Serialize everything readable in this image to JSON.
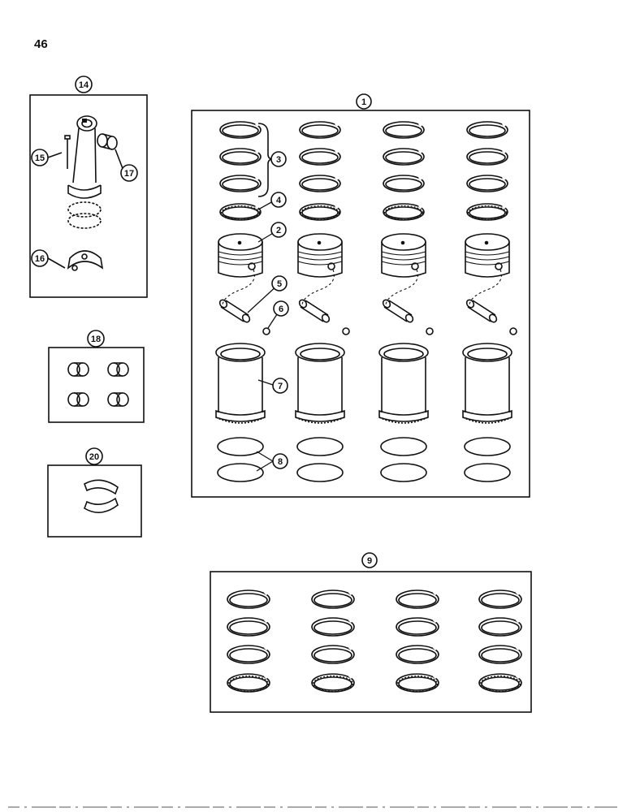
{
  "page_number": "46",
  "callouts": {
    "c1": "1",
    "c2": "2",
    "c3": "3",
    "c4": "4",
    "c5": "5",
    "c6": "6",
    "c7": "7",
    "c8": "8",
    "c9": "9",
    "c14": "14",
    "c15": "15",
    "c16": "16",
    "c17": "17",
    "c18": "18",
    "c20": "20"
  }
}
